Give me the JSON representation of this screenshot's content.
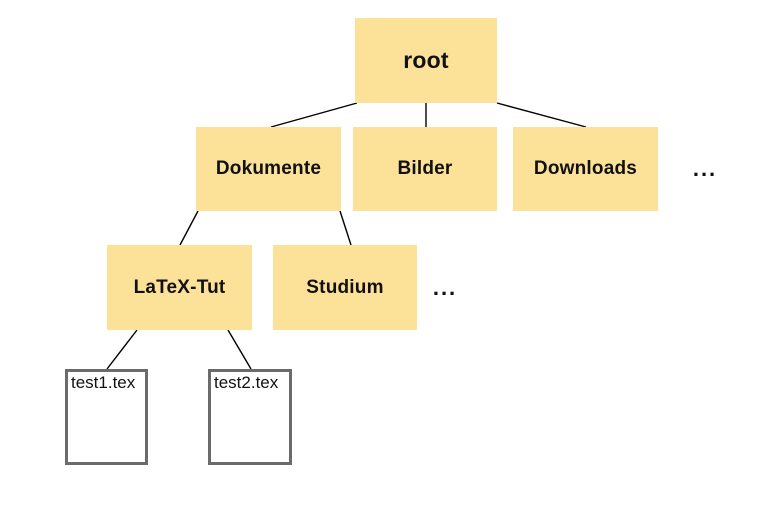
{
  "diagram": {
    "type": "tree",
    "description": "Directory tree of a file system",
    "colors": {
      "folder_fill": "#FCE298",
      "file_border": "#6B6B6B",
      "file_fill": "#FFFFFF",
      "edge_line": "#000000",
      "text": "#111111",
      "background": "#FFFFFF"
    },
    "nodes": {
      "root": {
        "label": "root",
        "type": "folder"
      },
      "dokumente": {
        "label": "Dokumente",
        "type": "folder"
      },
      "bilder": {
        "label": "Bilder",
        "type": "folder"
      },
      "downloads": {
        "label": "Downloads",
        "type": "folder"
      },
      "more_root": {
        "label": "...",
        "type": "ellipsis"
      },
      "latex_tut": {
        "label": "LaTeX-Tut",
        "type": "folder"
      },
      "studium": {
        "label": "Studium",
        "type": "folder"
      },
      "more_dokumente": {
        "label": "...",
        "type": "ellipsis"
      },
      "test1": {
        "label": "test1.tex",
        "type": "file"
      },
      "test2": {
        "label": "test2.tex",
        "type": "file"
      }
    },
    "edges": [
      {
        "from": "root",
        "to": "dokumente"
      },
      {
        "from": "root",
        "to": "bilder"
      },
      {
        "from": "root",
        "to": "downloads"
      },
      {
        "from": "dokumente",
        "to": "latex_tut"
      },
      {
        "from": "dokumente",
        "to": "studium"
      },
      {
        "from": "latex_tut",
        "to": "test1"
      },
      {
        "from": "latex_tut",
        "to": "test2"
      }
    ]
  }
}
